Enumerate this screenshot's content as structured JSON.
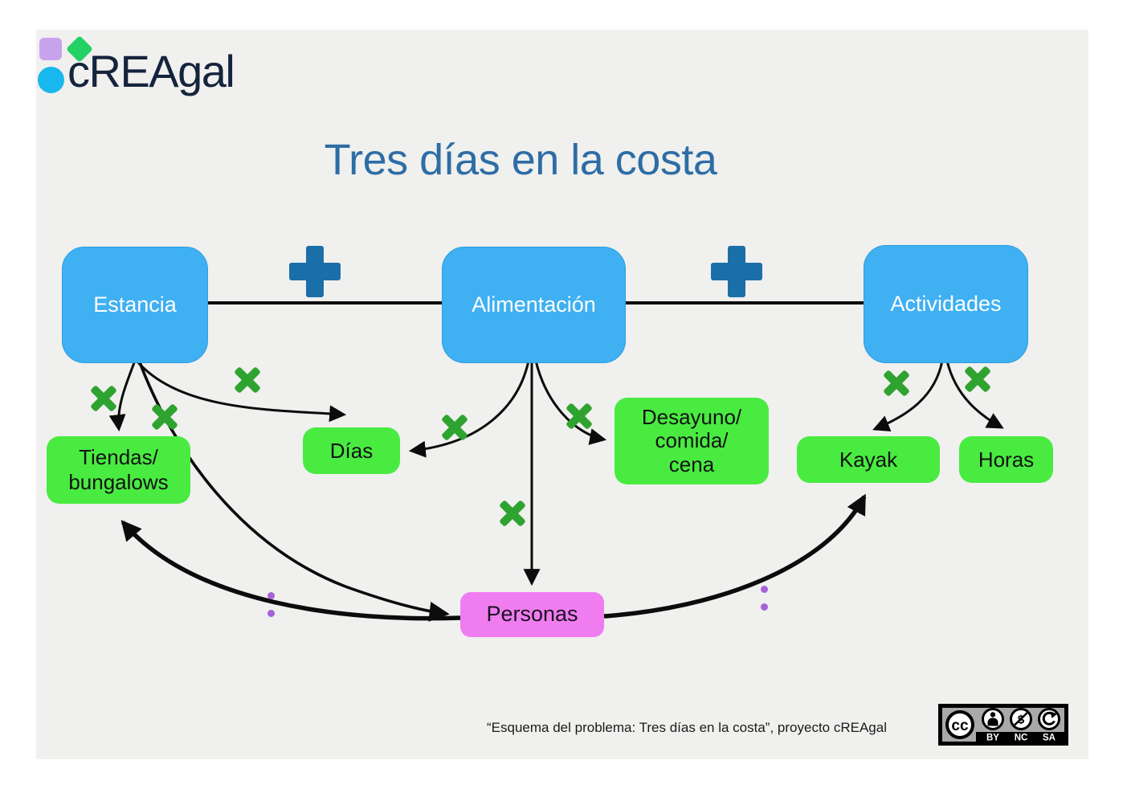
{
  "logo": {
    "brand": "cREAgal"
  },
  "title": "Tres días en la costa",
  "nodes": {
    "estancia": "Estancia",
    "alimentacion": "Alimentación",
    "actividades": "Actividades",
    "tiendas": "Tiendas/\nbungalows",
    "dias": "Días",
    "desayuno": "Desayuno/\ncomida/\ncena",
    "kayak": "Kayak",
    "horas": "Horas",
    "personas": "Personas"
  },
  "operators": {
    "plus": "+",
    "multiply": "×",
    "divide": ":"
  },
  "edges": [
    {
      "from": "Estancia",
      "to": "Alimentación",
      "operator": "+"
    },
    {
      "from": "Alimentación",
      "to": "Actividades",
      "operator": "+"
    },
    {
      "from": "Estancia",
      "to": "Tiendas/bungalows",
      "operator": "×"
    },
    {
      "from": "Estancia",
      "to": "Días",
      "operator": "×"
    },
    {
      "from": "Estancia",
      "to": "Personas",
      "operator": "×"
    },
    {
      "from": "Alimentación",
      "to": "Días",
      "operator": "×"
    },
    {
      "from": "Alimentación",
      "to": "Desayuno/comida/cena",
      "operator": "×"
    },
    {
      "from": "Alimentación",
      "to": "Personas",
      "operator": "×"
    },
    {
      "from": "Actividades",
      "to": "Kayak",
      "operator": "×"
    },
    {
      "from": "Actividades",
      "to": "Horas",
      "operator": "×"
    },
    {
      "from": "Personas",
      "to": "Tiendas/bungalows",
      "operator": ":"
    },
    {
      "from": "Personas",
      "to": "Kayak",
      "operator": ":"
    }
  ],
  "footer": {
    "caption": "“Esquema del problema: Tres días en la costa”, proyecto cREAgal"
  },
  "license": {
    "cc_label": "cc",
    "parts": [
      "BY",
      "NC",
      "SA"
    ]
  },
  "colors": {
    "background_panel": "#f0f0ee",
    "blue_node": "#3fb0f2",
    "green_node": "#49eb41",
    "pink_node": "#f07df0",
    "plus_blue": "#1b6fa9",
    "multiply_green": "#2fa32f",
    "divide_purple": "#a661d9",
    "title_blue": "#2e6da5",
    "logo_navy": "#15243d",
    "logo_purple": "#c9a2ee",
    "logo_green": "#24d165",
    "logo_blue": "#18b7ee",
    "edge_black": "#0c0c0c"
  }
}
